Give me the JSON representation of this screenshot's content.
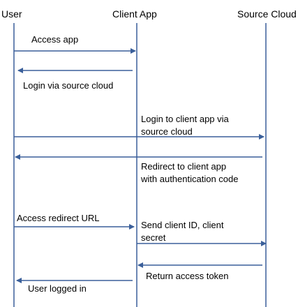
{
  "participants": {
    "user": "User",
    "client_app": "Client App",
    "source_cloud": "Source Cloud"
  },
  "messages": {
    "access_app": "Access app",
    "login_via_source": "Login via source cloud",
    "login_client_line1": "Login to client app via",
    "login_client_line2": "source cloud",
    "redirect_line1": "Redirect to client app",
    "redirect_line2": "with authentication code",
    "access_redirect": "Access redirect URL",
    "send_client_line1": "Send client ID, client",
    "send_client_line2": "secret",
    "return_token": "Return access token",
    "user_logged": "User logged in"
  },
  "colors": {
    "line": "#3a5f9a",
    "text": "#000000",
    "background": "#ffffff"
  }
}
